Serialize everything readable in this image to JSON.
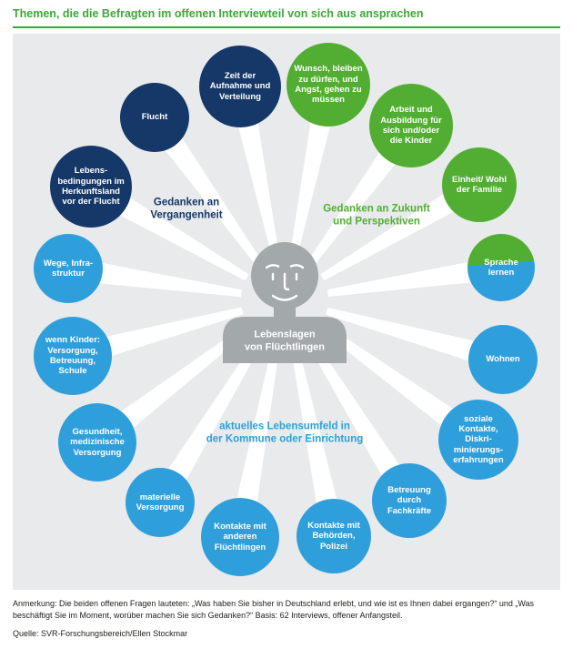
{
  "page": {
    "title": "Themen, die die Befragten im offenen Interviewteil von sich aus ansprachen",
    "note": "Anmerkung: Die beiden offenen Fragen lauteten: „Was haben Sie bisher in Deutschland erlebt, und wie ist es Ihnen dabei ergangen?“ und „Was beschäftigt Sie im Moment, worüber machen Sie sich Gedanken?“ Basis: 62 Interviews, offener Anfangsteil.",
    "source": "Quelle: SVR-Forschungsbereich/Ellen Stockmar"
  },
  "colors": {
    "title_green": "#3aaa35",
    "dark_blue": "#163868",
    "light_blue": "#2f9fdc",
    "green": "#52ae32",
    "background": "#e8eaeb",
    "figure_gray": "#a3a8ab"
  },
  "center": {
    "label": "Lebenslagen\nvon Flüchtlingen",
    "icon": "person-silhouette"
  },
  "groups": {
    "past": {
      "label": "Gedanken an\nVergangenheit"
    },
    "future": {
      "label": "Gedanken an Zukunft\nund Perspektiven"
    },
    "present": {
      "label": "aktuelles Lebensumfeld in\nder Kommune oder Einrichtung"
    }
  },
  "topics": [
    {
      "label": "Zeit der Aufnahme und Verteilung",
      "category": "past"
    },
    {
      "label": "Wunsch, bleiben zu dürfen, und Angst, gehen zu müssen",
      "category": "future"
    },
    {
      "label": "Arbeit und Ausbildung für sich und/oder die Kinder",
      "category": "future"
    },
    {
      "label": "Einheit/ Wohl der Familie",
      "category": "future"
    },
    {
      "label": "Sprache lernen",
      "category": "mixed"
    },
    {
      "label": "Wohnen",
      "category": "present"
    },
    {
      "label": "soziale Kontakte, Diskri­minierungs­erfahrungen",
      "category": "present"
    },
    {
      "label": "Betreuung durch Fachkräfte",
      "category": "present"
    },
    {
      "label": "Kontakte mit Behörden, Polizei",
      "category": "present"
    },
    {
      "label": "Kontakte mit anderen Flüchtlingen",
      "category": "present"
    },
    {
      "label": "materielle Versorgung",
      "category": "present"
    },
    {
      "label": "Gesundheit, medizinische Versorgung",
      "category": "present"
    },
    {
      "label": "wenn Kinder: Versorgung, Betreuung, Schule",
      "category": "present"
    },
    {
      "label": "Wege, Infra­struktur",
      "category": "present"
    },
    {
      "label": "Lebens­bedingungen im Herkunfts­land vor der Flucht",
      "category": "past"
    },
    {
      "label": "Flucht",
      "category": "past"
    }
  ]
}
